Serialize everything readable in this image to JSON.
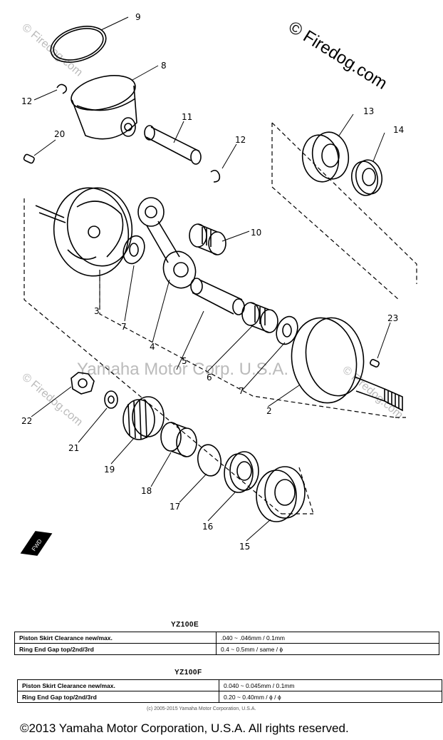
{
  "logo": {
    "text": "© Firedog.com"
  },
  "watermarks": {
    "center": "Yamaha Motor Corp. U.S.A.",
    "diagonal": "© Firedog.com"
  },
  "fwd_label": "FWD",
  "callouts": {
    "2": "2",
    "3": "3",
    "4": "4",
    "5": "5",
    "6": "6",
    "7": "7",
    "8": "8",
    "9": "9",
    "10": "10",
    "11": "11",
    "12": "12",
    "13": "13",
    "14": "14",
    "15": "15",
    "16": "16",
    "17": "17",
    "18": "18",
    "19": "19",
    "20": "20",
    "21": "21",
    "22": "22",
    "23": "23"
  },
  "spec_tables": [
    {
      "title": "YZ100E",
      "rows": [
        {
          "label": "Piston Skirt Clearance  new/max.",
          "value": ".040 ~ .046mm / 0.1mm"
        },
        {
          "label": "Ring End Gap  top/2nd/3rd",
          "value": "0.4 ~ 0.5mm / same / ϕ"
        }
      ]
    },
    {
      "title": "YZ100F",
      "rows": [
        {
          "label": "Piston Skirt Clearance  new/max.",
          "value": "0.040 ~ 0.045mm / 0.1mm"
        },
        {
          "label": "Ring End Gap  top/2nd/3rd",
          "value": "0.20 ~ 0.40mm / ϕ / ϕ"
        }
      ]
    }
  ],
  "copyright_small": "(c) 2005-2015 Yamaha Motor Corporation, U.S.A.",
  "copyright": "©2013 Yamaha Motor Corporation, U.S.A. All rights reserved."
}
